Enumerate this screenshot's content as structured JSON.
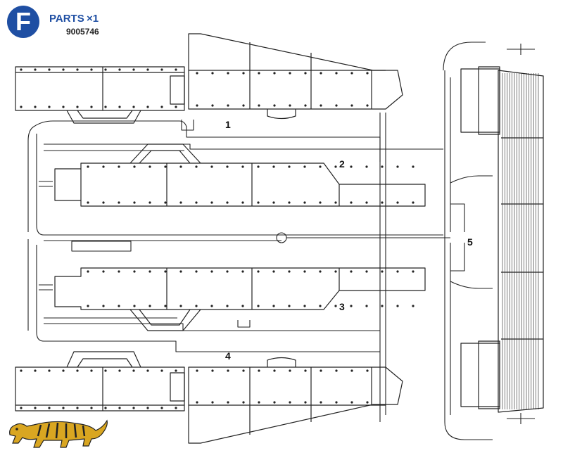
{
  "header": {
    "letter": "F",
    "title": "PARTS",
    "quantity": "×1",
    "code": "9005746"
  },
  "parts": [
    {
      "number": "1"
    },
    {
      "number": "2"
    },
    {
      "number": "3"
    },
    {
      "number": "4"
    },
    {
      "number": "5"
    }
  ],
  "colors": {
    "badge": "#1f4fa3",
    "line": "#222222",
    "logo": "#d9a621"
  },
  "icons": {
    "logo": "tiger-logo-icon"
  }
}
